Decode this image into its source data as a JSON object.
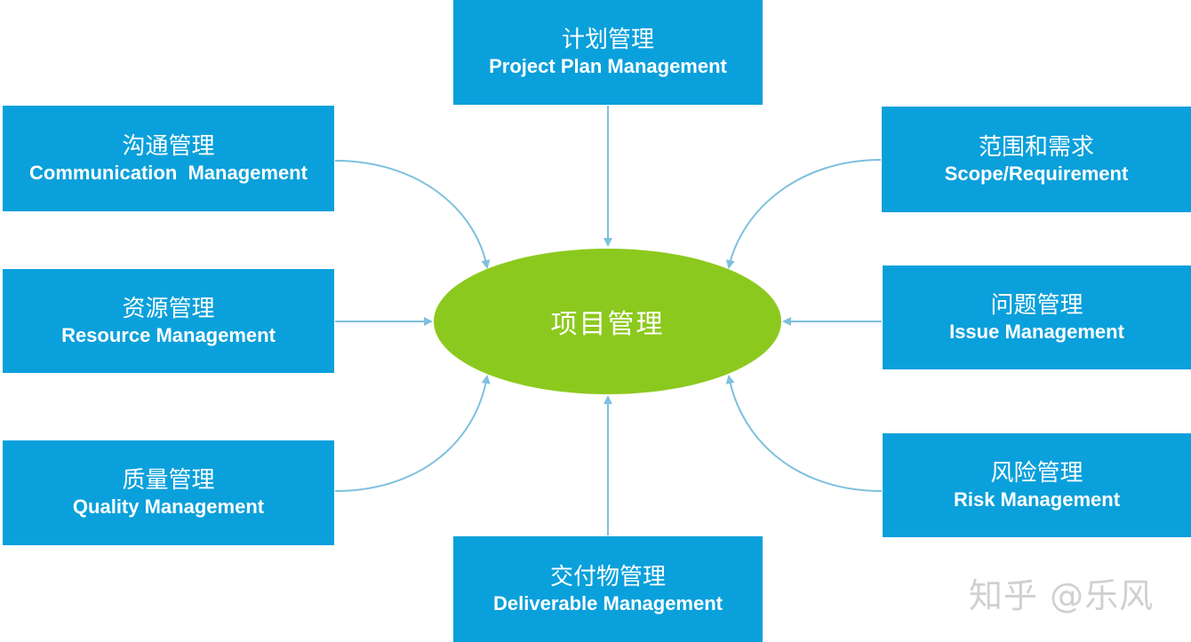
{
  "diagram": {
    "center": {
      "label": "项目管理"
    },
    "nodes": [
      {
        "id": "plan",
        "cn": "计划管理",
        "en": "Project Plan Management"
      },
      {
        "id": "communication",
        "cn": "沟通管理",
        "en": "Communication  Management"
      },
      {
        "id": "scope",
        "cn": "范围和需求",
        "en": "Scope/Requirement"
      },
      {
        "id": "resource",
        "cn": "资源管理",
        "en": "Resource Management"
      },
      {
        "id": "issue",
        "cn": "问题管理",
        "en": "Issue Management"
      },
      {
        "id": "quality",
        "cn": "质量管理",
        "en": "Quality Management"
      },
      {
        "id": "risk",
        "cn": "风险管理",
        "en": "Risk Management"
      },
      {
        "id": "deliverable",
        "cn": "交付物管理",
        "en": "Deliverable Management"
      }
    ],
    "colors": {
      "box": "#0aa0db",
      "ellipse": "#8cc91e",
      "connector": "#7ec0de",
      "text": "#ffffff"
    }
  },
  "watermark": {
    "text": "知乎 @乐风"
  }
}
